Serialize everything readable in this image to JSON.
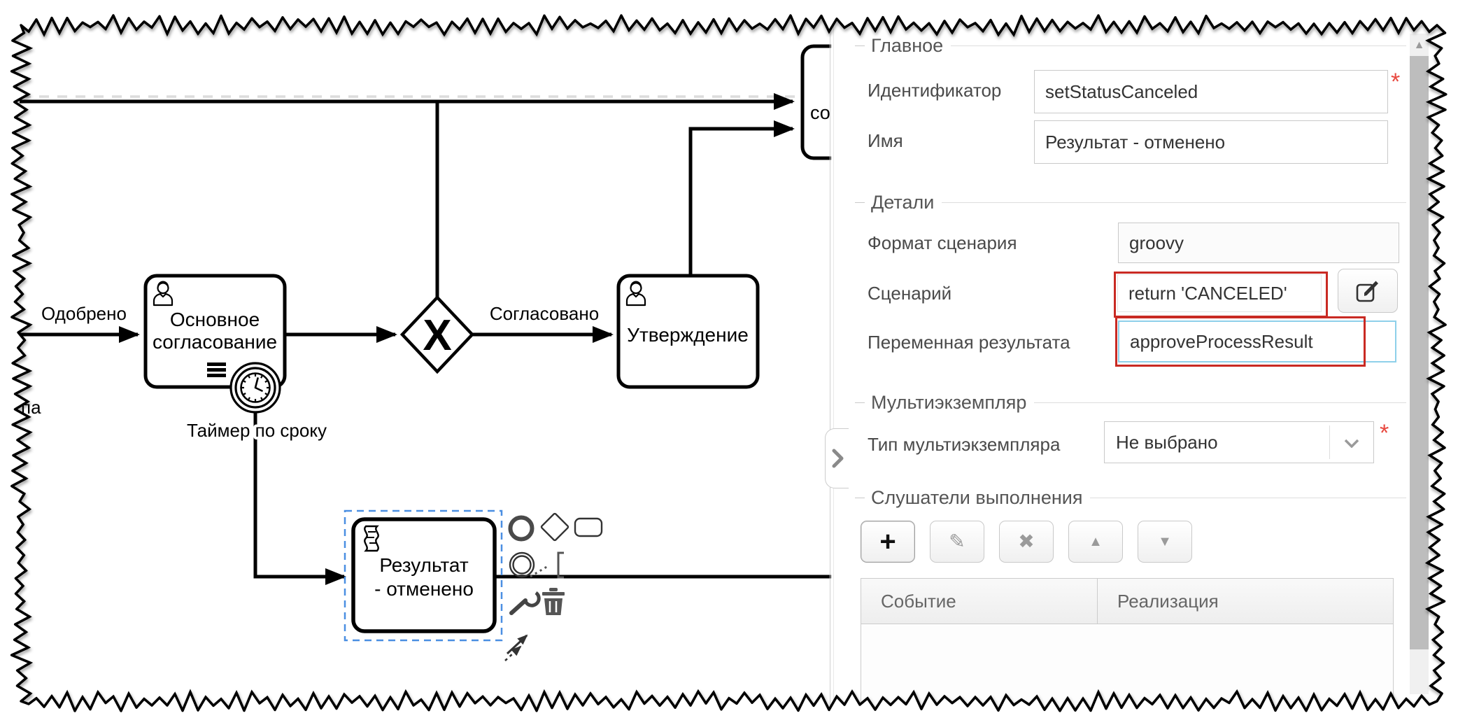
{
  "diagram": {
    "gateway_marker": "X",
    "edge_labels": {
      "approved": "Одобрено",
      "agreed": "Согласовано",
      "timer": "Таймер по сроку"
    },
    "clipped": {
      "left_text": "па",
      "top_right_task_text": "со"
    },
    "tasks": {
      "main_approval_line1": "Основное",
      "main_approval_line2": "согласование",
      "approval": "Утверждение",
      "result_line1": "Результат",
      "result_line2": "- отменено"
    }
  },
  "panel": {
    "main": {
      "title": "Главное",
      "identifier_label": "Идентификатор",
      "identifier_value": "setStatusCanceled",
      "name_label": "Имя",
      "name_value": "Результат - отменено"
    },
    "details": {
      "title": "Детали",
      "script_format_label": "Формат сценария",
      "script_format_value": "groovy",
      "script_label": "Сценарий",
      "script_value": "return 'CANCELED'",
      "result_variable_label": "Переменная результата",
      "result_variable_value": "approveProcessResult"
    },
    "multi_instance": {
      "title": "Мультиэкземпляр",
      "type_label": "Тип мультиэкземпляра",
      "type_value": "Не выбрано"
    },
    "listeners": {
      "title": "Слушатели выполнения",
      "columns": [
        "Событие",
        "Реализация"
      ],
      "buttons": [
        {
          "name": "add",
          "glyph": "+"
        },
        {
          "name": "edit",
          "glyph": "✎"
        },
        {
          "name": "delete",
          "glyph": "✖"
        },
        {
          "name": "move-up",
          "glyph": "▲"
        },
        {
          "name": "move-down",
          "glyph": "▼"
        }
      ]
    },
    "required_marker": "*",
    "scrollbar_up_glyph": "▲"
  },
  "colors": {
    "annotation_red": "#c92a23",
    "focus_blue": "#8ed0ea",
    "selection_blue": "#4b8fe2",
    "required_red": "#e8483f"
  }
}
